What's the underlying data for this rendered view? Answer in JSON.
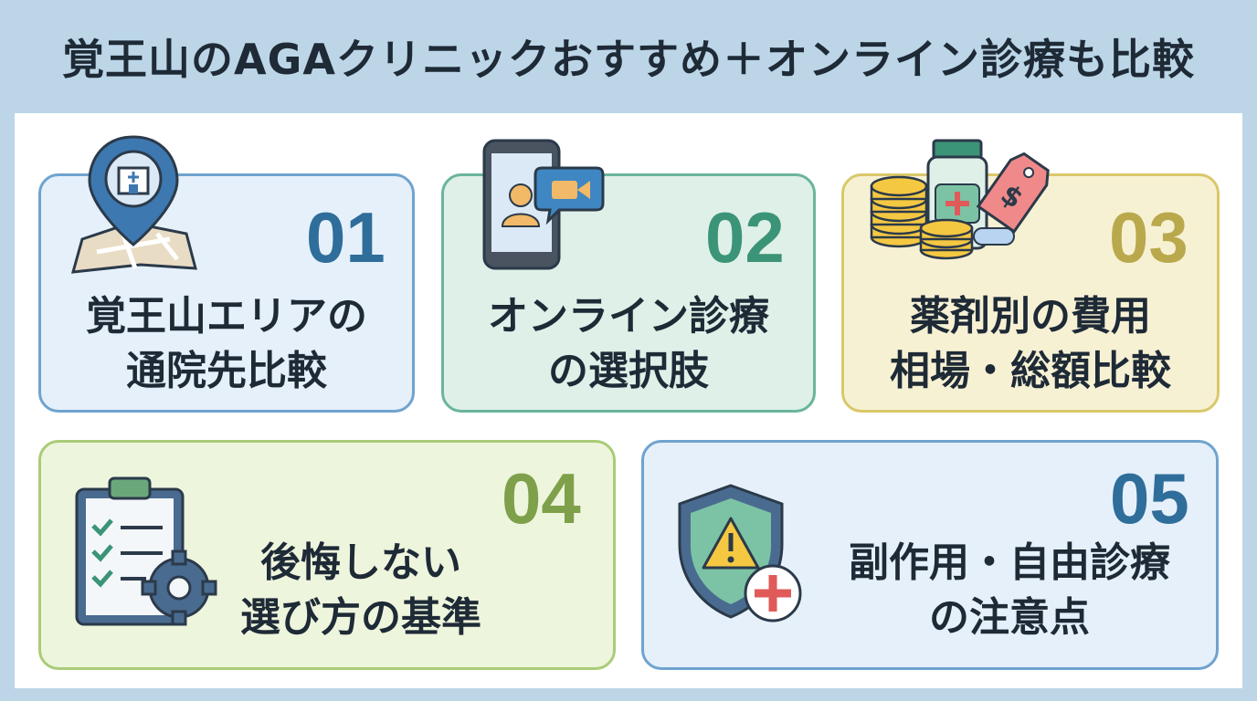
{
  "title": "覚王山のAGAクリニックおすすめ＋オンライン診療も比較",
  "colors": {
    "background": "#bcd6e8",
    "blue": "#2f6d9a",
    "green": "#3b9478",
    "gold": "#b9a94c",
    "olive": "#7fa04a"
  },
  "cards": [
    {
      "number": "01",
      "line1": "覚王山エリアの",
      "line2": "通院先比較",
      "icon": "map-pin-clinic-icon"
    },
    {
      "number": "02",
      "line1": "オンライン診療",
      "line2": "の選択肢",
      "icon": "smartphone-video-call-icon"
    },
    {
      "number": "03",
      "line1": "薬剤別の費用",
      "line2": "相場・総額比較",
      "icon": "coins-medicine-price-tag-icon"
    },
    {
      "number": "04",
      "line1": "後悔しない",
      "line2": "選び方の基準",
      "icon": "checklist-gear-icon"
    },
    {
      "number": "05",
      "line1": "副作用・自由診療",
      "line2": "の注意点",
      "icon": "warning-shield-icon"
    }
  ]
}
